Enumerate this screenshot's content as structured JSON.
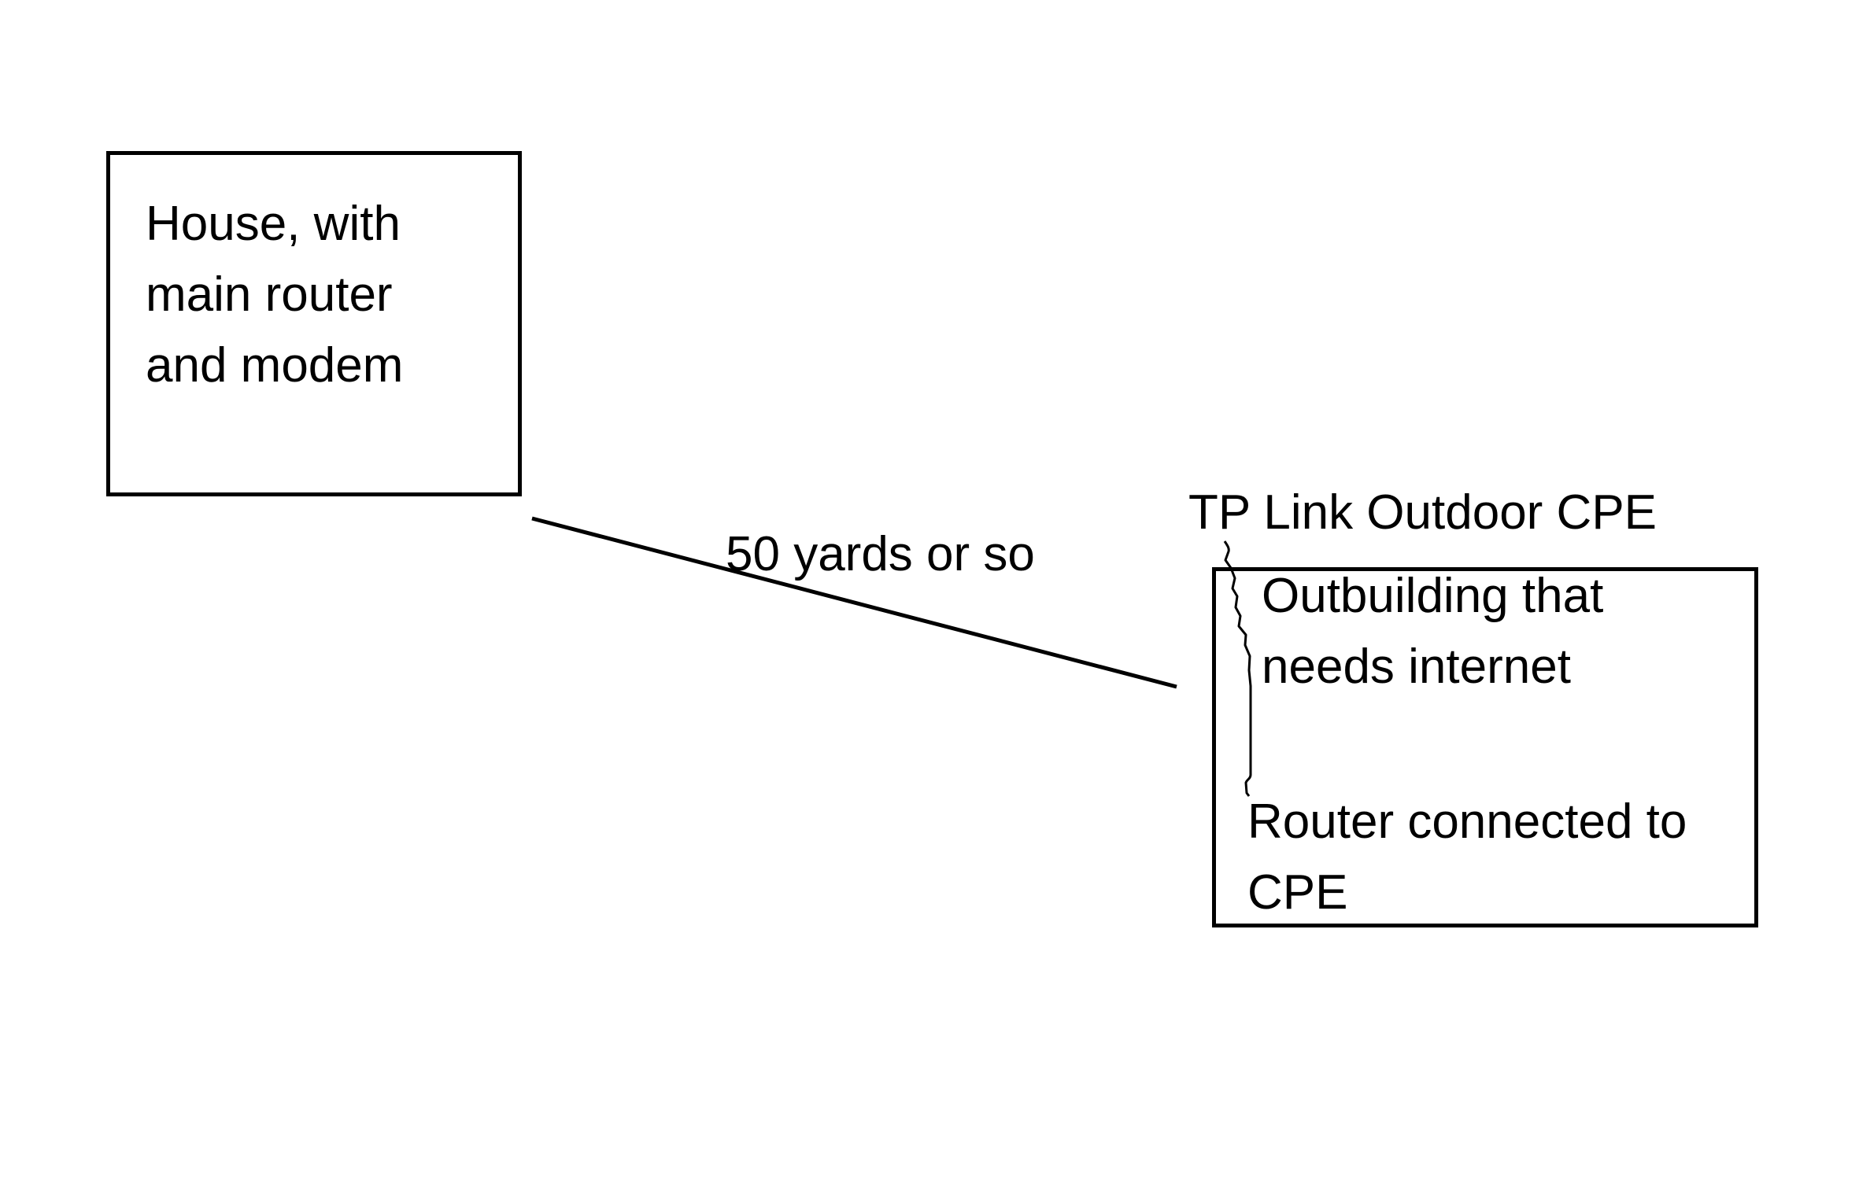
{
  "diagram": {
    "nodes": {
      "house": {
        "title": "House, with main router and modem",
        "lines": [
          "House, with",
          "main router",
          "and modem"
        ]
      },
      "outbuilding": {
        "title": "Outbuilding that needs internet / Router connected to CPE",
        "paragraphs": [
          {
            "lines": [
              "Outbuilding that",
              "needs internet"
            ]
          },
          {
            "lines": [
              "Router connected to",
              "CPE"
            ]
          }
        ]
      }
    },
    "labels": {
      "distance": "50 yards or so",
      "cpe": "TP Link Outdoor CPE"
    },
    "connectors": {
      "distance_line": "wireless-link-line",
      "cpe_callout": "squiggly-leader-line"
    },
    "colors": {
      "ink": "#000000",
      "background": "#ffffff"
    }
  }
}
